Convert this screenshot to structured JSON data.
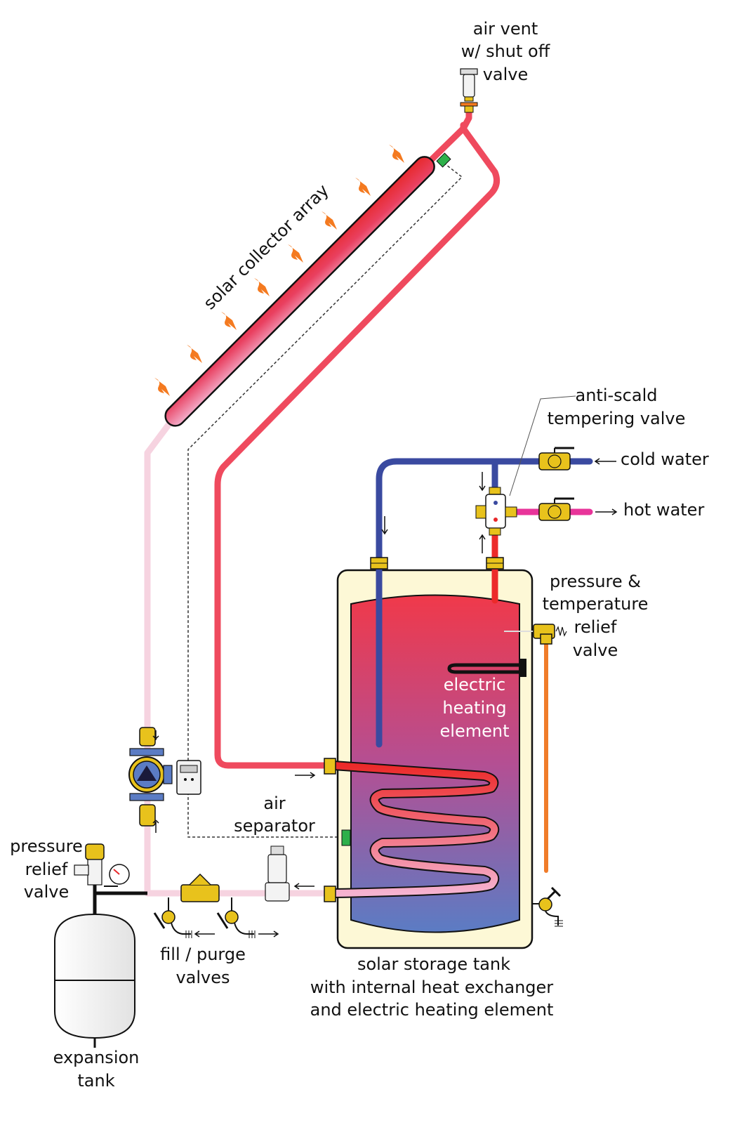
{
  "labels": {
    "air_vent": [
      "air vent",
      "w/ shut off",
      "valve"
    ],
    "collector": "solar collector array",
    "anti_scald": [
      "anti-scald",
      "tempering valve"
    ],
    "cold_water": "cold water",
    "hot_water": "hot water",
    "pt_relief": [
      "pressure &",
      "temperature",
      "relief",
      "valve"
    ],
    "electric_element": [
      "electric",
      "heating",
      "element"
    ],
    "air_separator": [
      "air",
      "separator"
    ],
    "pressure_relief": [
      "pressure",
      "relief",
      "valve"
    ],
    "fill_purge": [
      "fill / purge",
      "valves"
    ],
    "storage_tank": [
      "solar storage tank",
      "with internal heat exchanger",
      "and electric heating element"
    ],
    "expansion_tank": [
      "expansion",
      "tank"
    ]
  },
  "colors": {
    "hot_pipe": "#ef4a5e",
    "cold_pipe": "#3a4aa0",
    "supply_pipe": "#f6d3e0",
    "hot_water_pipe": "#e8349a",
    "relief_pipe": "#f07c2a",
    "tank_jacket": "#fdf8d6",
    "brass": "#e8c21c",
    "heat_arrow": "#f47a20",
    "sensor": "#2db04a"
  },
  "icons": {
    "pump": "circulator-pump-icon",
    "controller": "controller-icon",
    "check_valve": "check-valve-icon",
    "air_separator": "air-separator-icon",
    "gauge": "pressure-gauge-icon",
    "drain": "drain-valve-icon"
  }
}
